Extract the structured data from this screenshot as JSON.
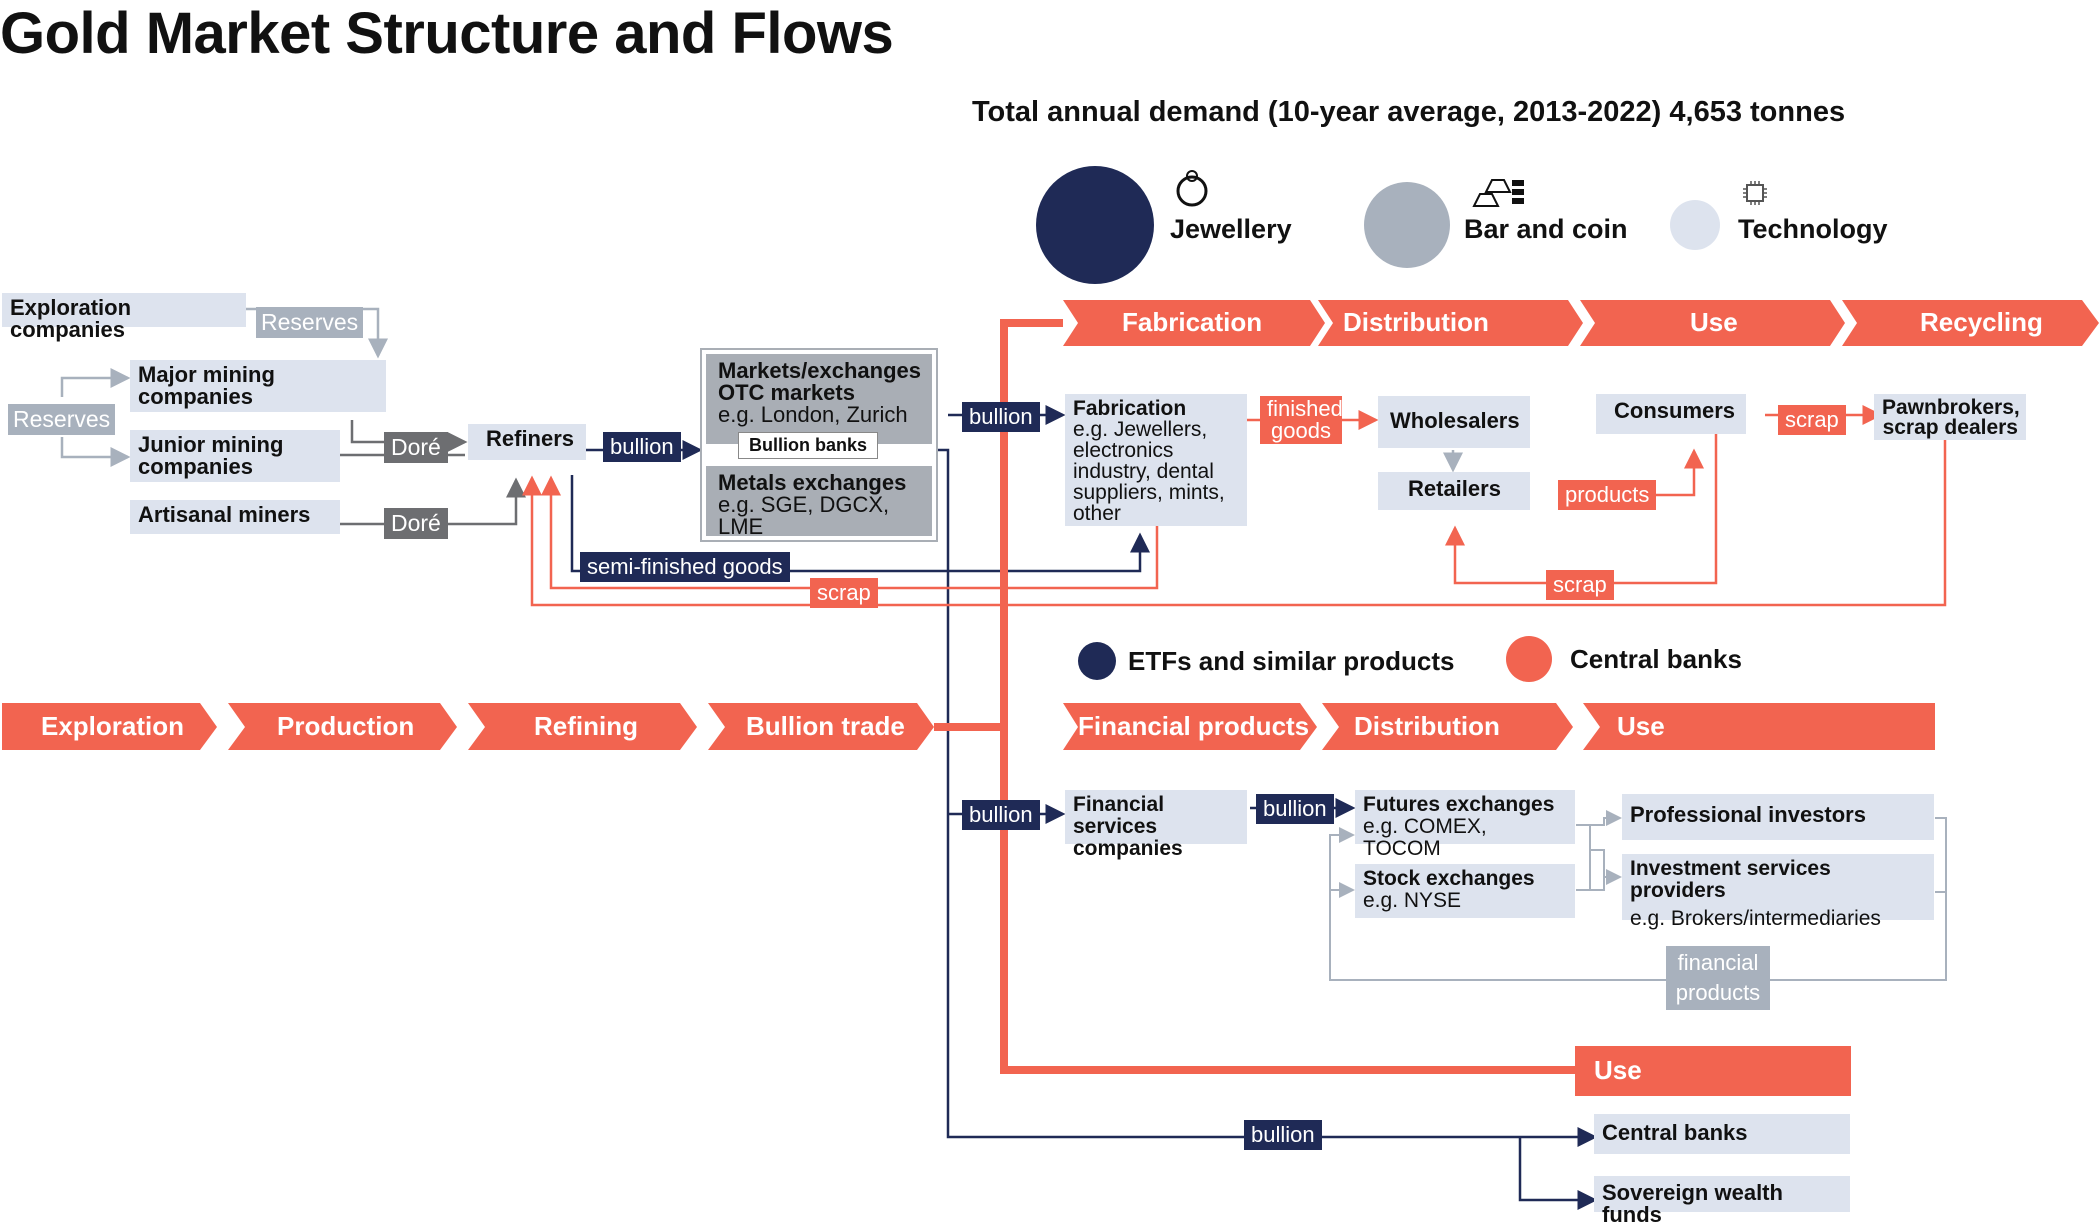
{
  "title": "Gold Market Structure and Flows",
  "subtitle": "Total annual demand (10-year average, 2013-2022) 4,653 tonnes",
  "legend": {
    "jewellery": "Jewellery",
    "bar_and_coin": "Bar and coin",
    "technology": "Technology",
    "etfs": "ETFs and similar products",
    "central_banks": "Central banks"
  },
  "colors": {
    "navy": "#1f2a56",
    "red": "#f26450",
    "grey": "#a8b1bd",
    "light": "#dde3ee",
    "dark_grey": "#6d6e71"
  },
  "upstream_chevrons": [
    "Exploration",
    "Production",
    "Refining",
    "Bullion trade"
  ],
  "fabrication_chevrons": [
    "Fabrication",
    "Distribution",
    "Use",
    "Recycling"
  ],
  "financial_chevrons": [
    "Financial products",
    "Distribution",
    "Use"
  ],
  "official_use": "Use",
  "nodes": {
    "exploration": "Exploration companies",
    "major_mining": "Major mining companies",
    "junior_mining": "Junior mining companies",
    "artisanal": "Artisanal miners",
    "refiners": "Refiners",
    "markets_title": "Markets/exchanges",
    "otc_title": "OTC markets",
    "otc_sub": "e.g. London, Zurich",
    "bullion_banks": "Bullion banks",
    "metals_title": "Metals exchanges",
    "metals_sub": "e.g. SGE, DGCX, LME",
    "fabrication_title": "Fabrication",
    "fabrication_sub": "e.g. Jewellers, electronics industry, dental suppliers, mints, other",
    "wholesalers": "Wholesalers",
    "retailers": "Retailers",
    "consumers": "Consumers",
    "pawnbrokers": "Pawnbrokers, scrap dealers",
    "financial_services": "Financial services companies",
    "futures_title": "Futures exchanges",
    "futures_sub": "e.g. COMEX, TOCOM",
    "stock_title": "Stock exchanges",
    "stock_sub": "e.g. NYSE",
    "professional": "Professional investors",
    "isp_title": "Investment services providers",
    "isp_sub": "e.g. Brokers/intermediaries",
    "central_banks": "Central banks",
    "swf": "Sovereign wealth funds"
  },
  "flow_labels": {
    "reserves": "Reserves",
    "dore": "Doré",
    "bullion": "bullion",
    "semi_finished": "semi-finished goods",
    "scrap": "scrap",
    "finished_goods": "finished goods",
    "products": "products",
    "financial_products": "financial products"
  }
}
